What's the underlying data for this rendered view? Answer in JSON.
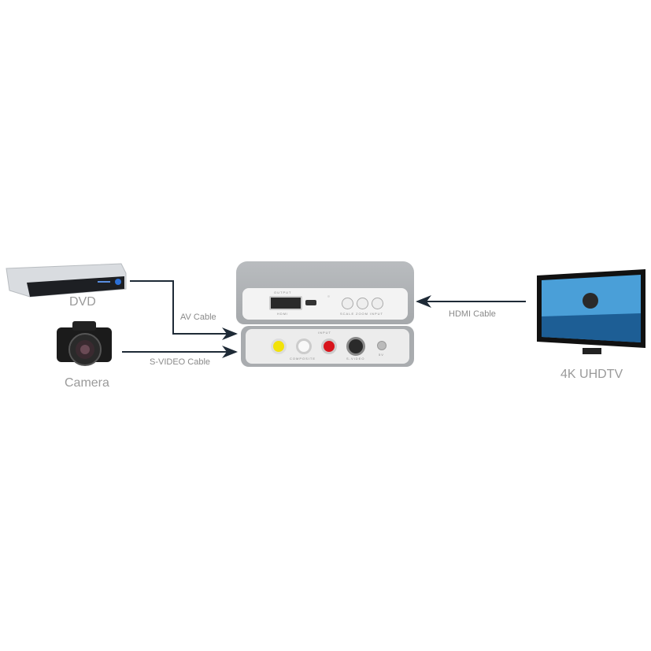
{
  "devices": {
    "dvd": {
      "label": "DVD"
    },
    "camera": {
      "label": "Camera"
    },
    "tv": {
      "label": "4K UHDTV"
    }
  },
  "cables": {
    "av": "AV Cable",
    "svideo": "S-VIDEO Cable",
    "hdmi": "HDMI Cable"
  },
  "converter": {
    "output_label": "OUTPUT",
    "hdmi_label": "HDMI",
    "scale_label": "SCALE",
    "zoom_label": "ZOOM",
    "input_button_label": "INPUT",
    "input_label": "INPUT",
    "composite_label": "COMPOSITE",
    "svideo_label": "S-VIDEO",
    "power_label": "5V"
  },
  "colors": {
    "line": "#1e2a36",
    "label": "#9a9a9a",
    "rca_yellow": "#f2e20a",
    "rca_red": "#d8141c"
  }
}
